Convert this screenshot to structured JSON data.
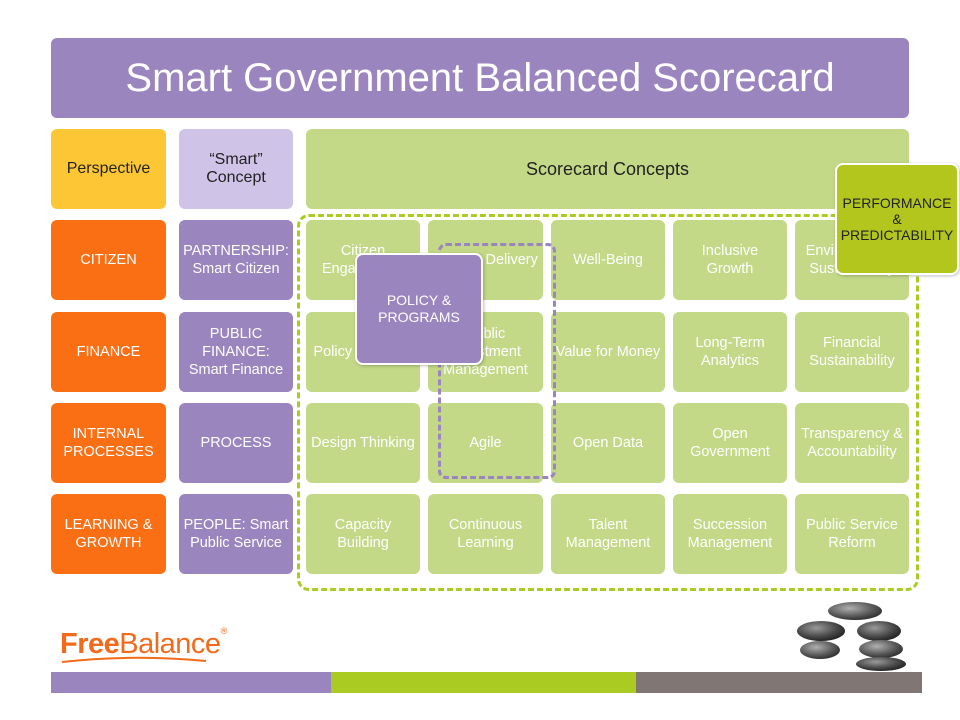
{
  "title": "Smart Government Balanced Scorecard",
  "headers": {
    "perspective": "Perspective",
    "concept": "“Smart” Concept",
    "scorecard": "Scorecard Concepts"
  },
  "rows": [
    {
      "label": "CITIZEN",
      "concept": "PARTNERSHIP: Smart Citizen",
      "cells": [
        "Citizen Engagement",
        "Service Delivery",
        "Well-Being",
        "Inclusive Growth",
        "Environmental Sustainability"
      ]
    },
    {
      "label": "FINANCE",
      "concept": "PUBLIC FINANCE: Smart Finance",
      "cells": [
        "Policy Planning",
        "Public Investment Management",
        "Value for Money",
        "Long-Term Analytics",
        "Financial Sustainability"
      ]
    },
    {
      "label": "INTERNAL PROCESSES",
      "concept": "PROCESS",
      "cells": [
        "Design Thinking",
        "Agile",
        "Open Data",
        "Open Government",
        "Transparency & Accountability"
      ]
    },
    {
      "label": "LEARNING & GROWTH",
      "concept": "PEOPLE: Smart Public Service",
      "cells": [
        "Capacity Building",
        "Continuous Learning",
        "Talent Management",
        "Succession Management",
        "Public Service Reform"
      ]
    }
  ],
  "overlays": {
    "policy": "POLICY & PROGRAMS",
    "performance": "PERFORMANCE & PREDICTABILITY"
  },
  "logo": {
    "part1": "Free",
    "part2": "Balance",
    "mark": "®"
  },
  "colors": {
    "purple": "#9b85bf",
    "light_purple": "#cfc3e8",
    "yellow": "#fcc634",
    "orange": "#fa6e14",
    "green": "#c3d987",
    "lime": "#b2c61e",
    "footer": [
      "#9b85bf",
      "#aacc22",
      "#807673"
    ]
  }
}
